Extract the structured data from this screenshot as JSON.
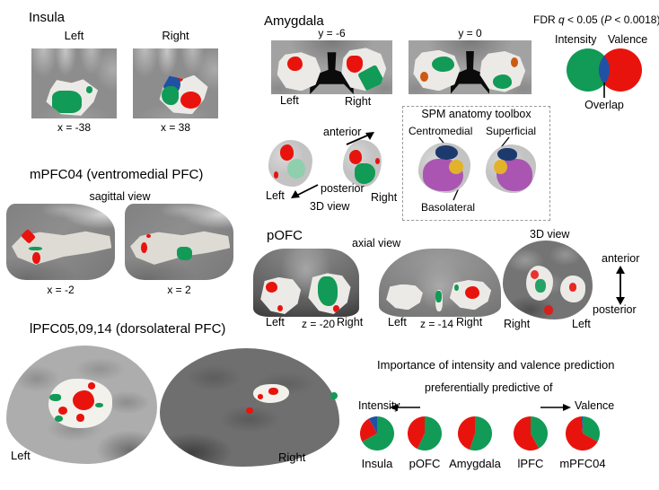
{
  "colors": {
    "intensity": "#129a57",
    "valence": "#e9130d",
    "overlap": "#2151a4",
    "orange": "#cd5a12",
    "centromedial": "#1d3a6e",
    "superficial": "#e3b22b",
    "basolateral": "#aa55b2"
  },
  "sections": {
    "insula": {
      "title": "Insula",
      "left_label": "Left",
      "right_label": "Right",
      "coord_left": "x = -38",
      "coord_right": "x = 38"
    },
    "amygdala": {
      "title": "Amygdala",
      "slice1_coord": "y = -6",
      "slice2_coord": "y = 0",
      "left_label": "Left",
      "right_label": "Right"
    },
    "fdr": {
      "prefix": "FDR ",
      "q": "q",
      "mid": " < 0.05 (",
      "p": "P",
      "suffix": " < 0.0018)"
    },
    "venn": {
      "intensity_label": "Intensity",
      "valence_label": "Valence",
      "overlap_label": "Overlap"
    },
    "amy3d": {
      "anterior_label": "anterior",
      "posterior_label": "posterior",
      "left_label": "Left",
      "right_label": "Right",
      "view_label": "3D view"
    },
    "spm": {
      "title": "SPM anatomy toolbox",
      "centromedial_label": "Centromedial",
      "superficial_label": "Superficial",
      "basolateral_label": "Basolateral"
    },
    "mpfc": {
      "title": "mPFC04 (ventromedial PFC)",
      "view_label": "sagittal view",
      "coord_left": "x = -2",
      "coord_right": "x = 2"
    },
    "pofc": {
      "title": "pOFC",
      "view_label": "axial view",
      "s1_left": "Left",
      "s1_coord": "z = -20",
      "s1_right": "Right",
      "s2_left": "Left",
      "s2_coord": "z = -14",
      "s2_right": "Right"
    },
    "pofc3d": {
      "view_label": "3D view",
      "anterior_label": "anterior",
      "posterior_label": "posterior",
      "right_label": "Right",
      "left_label": "Left"
    },
    "lpfc": {
      "title": "lPFC05,09,14 (dorsolateral PFC)",
      "left_label": "Left",
      "right_label": "Right"
    },
    "importance": {
      "title": "Importance of intensity and valence prediction",
      "subtitle": "preferentially predictive of",
      "intensity_label": "Intensity",
      "valence_label": "Valence"
    }
  },
  "chart_data": [
    {
      "type": "pie",
      "title": "Importance of intensity and valence prediction",
      "subtitle": "preferentially predictive of",
      "categories": [
        "Insula",
        "pOFC",
        "Amygdala",
        "lPFC",
        "mPFC04"
      ],
      "series": [
        {
          "name": "Intensity",
          "color": "#129a57",
          "values": [
            67,
            57,
            55,
            42,
            33
          ]
        },
        {
          "name": "Valence",
          "color": "#e9130d",
          "values": [
            25,
            43,
            45,
            58,
            66
          ]
        },
        {
          "name": "Overlap",
          "color": "#2151a4",
          "values": [
            8,
            0,
            0,
            0,
            1
          ]
        }
      ],
      "layout": "five pies in a row; slices start at 12 o'clock, clockwise, Intensity first; values are percent"
    },
    {
      "type": "venn",
      "title": "FDR q < 0.05 (P < 0.0018)",
      "sets": [
        {
          "label": "Intensity",
          "color": "#129a57"
        },
        {
          "label": "Valence",
          "color": "#e9130d"
        }
      ],
      "overlap": {
        "label": "Overlap",
        "color": "#2151a4"
      }
    }
  ]
}
